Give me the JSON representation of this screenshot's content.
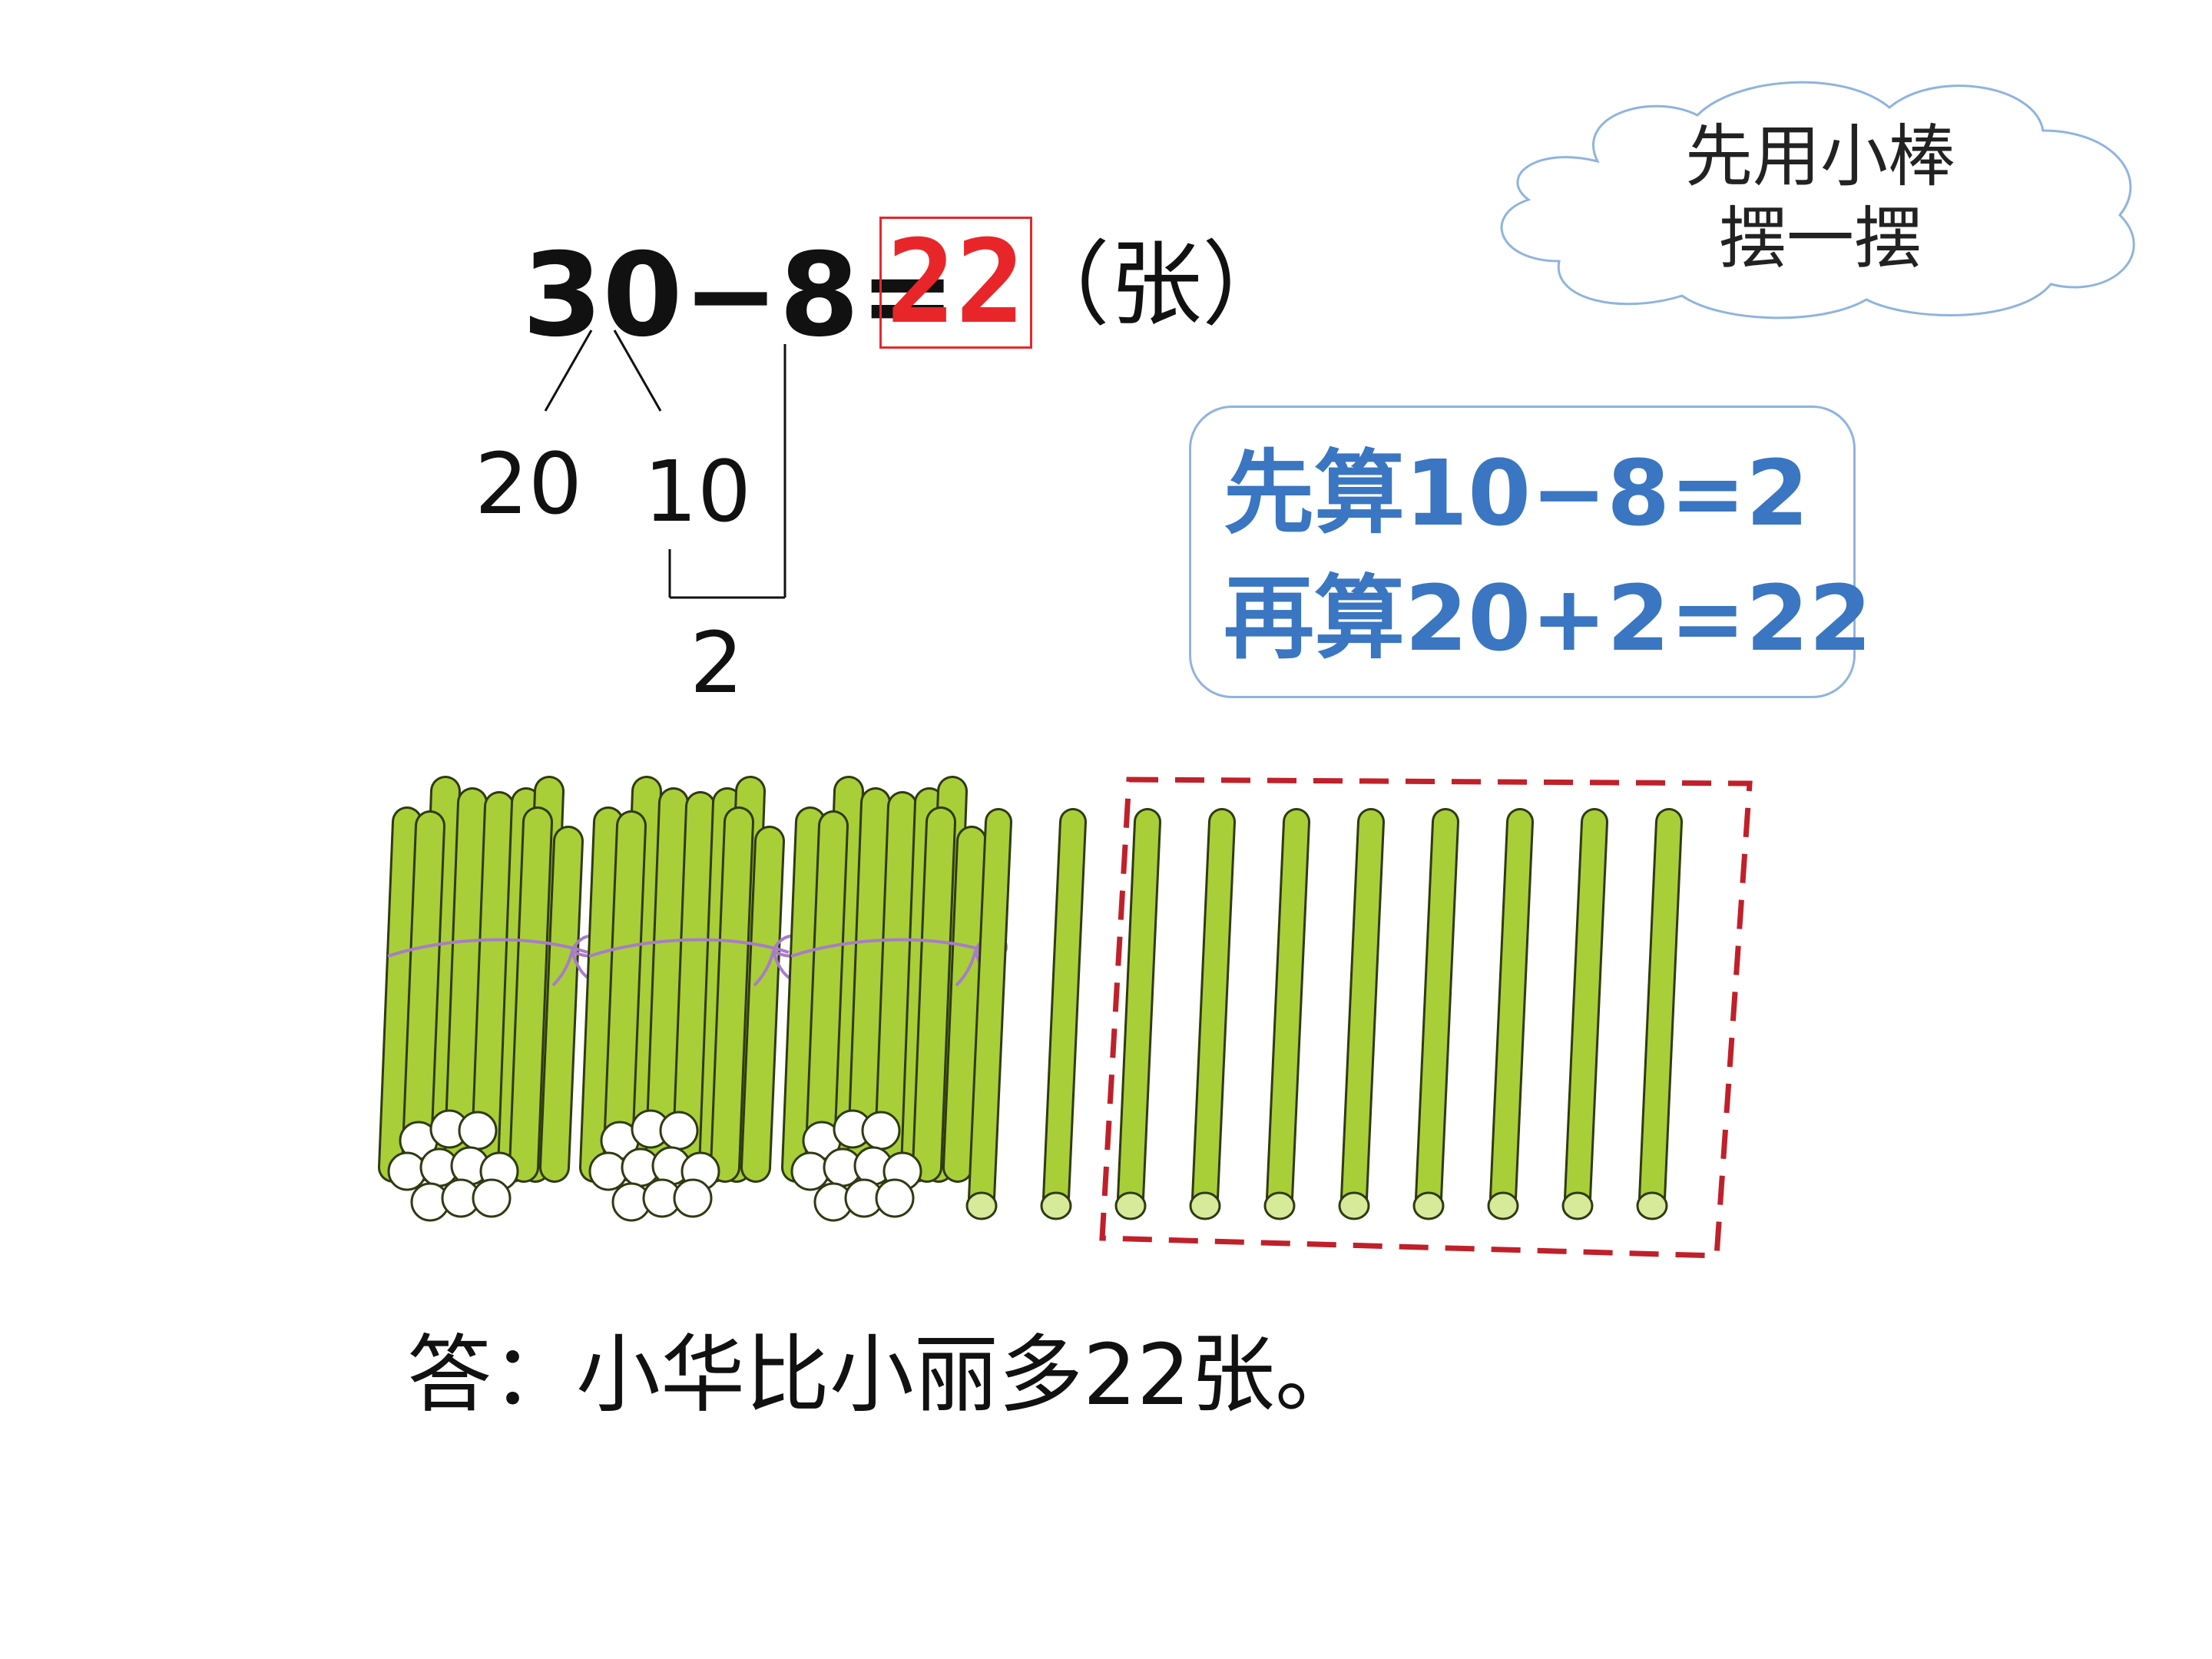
{
  "cloud": {
    "line1": "先用小棒",
    "line2": "摆一摆"
  },
  "equation": {
    "expression": "30−8=",
    "result": "22",
    "unit": "（张）"
  },
  "decomposition": {
    "part_a": "20",
    "part_b": "10",
    "difference": "2"
  },
  "hint": {
    "line1": "先算10−8=2",
    "line2": "再算20+2=22"
  },
  "sticks": {
    "bundles": 3,
    "loose": 10,
    "crossed_out": 8
  },
  "answer": "答：小华比小丽多22张。",
  "colors": {
    "stick": "#a8cf38",
    "stick_outline": "#2f3a12",
    "string": "#a87cc8",
    "dash_box": "#c0202a",
    "hint_text": "#3a76c1",
    "answer_red": "#e8262a"
  }
}
